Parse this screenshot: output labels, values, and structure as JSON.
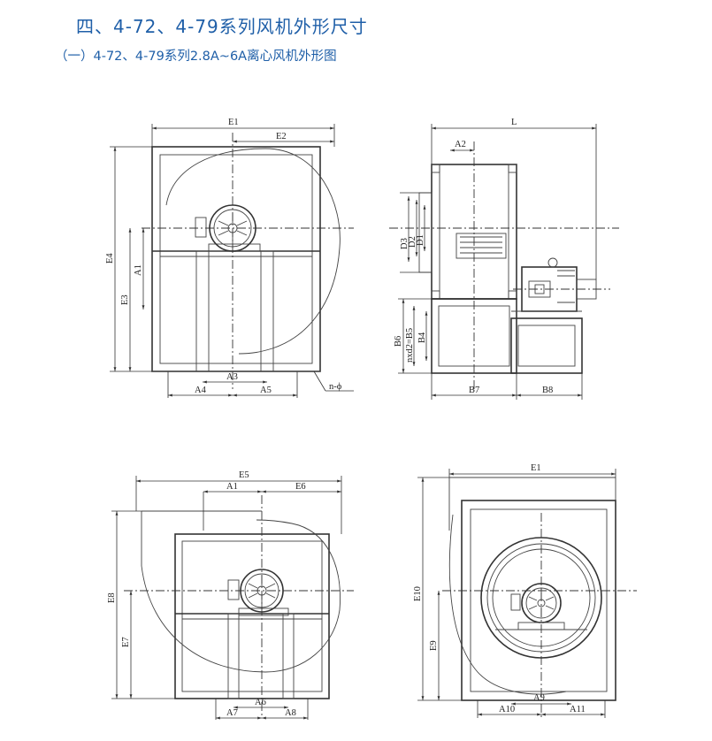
{
  "header": {
    "title": "四、4-72、4-79系列风机外形尺寸",
    "subtitle": "（一）4-72、4-79系列2.8A~6A离心风机外形图"
  },
  "labels": {
    "v1": {
      "E1": "E1",
      "E2": "E2",
      "E3": "E3",
      "E4": "E4",
      "A1": "A1",
      "A3": "A3",
      "A4": "A4",
      "A5": "A5",
      "n_phi": "n-ϕ"
    },
    "v2": {
      "L": "L",
      "A2": "A2",
      "D1": "D1",
      "D2": "D2",
      "D3": "D3",
      "B4": "B4",
      "B5": "nxd2=B5",
      "B6": "B6",
      "B7": "B7",
      "B8": "B8"
    },
    "v3": {
      "E5": "E5",
      "A1": "A1",
      "E6": "E6",
      "E7": "E7",
      "E8": "E8",
      "A6": "A6",
      "A7": "A7",
      "A8": "A8"
    },
    "v4": {
      "E1": "E1",
      "E9": "E9",
      "E10": "E10",
      "A9": "A9",
      "A10": "A10",
      "A11": "A11"
    }
  },
  "colors": {
    "heading": "#1f5fa8",
    "line": "#333333"
  }
}
